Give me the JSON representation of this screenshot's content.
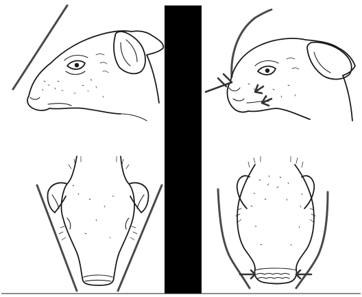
{
  "figure": {
    "panels": [
      {
        "id": "normal",
        "views": [
          "side-profile",
          "top-down"
        ]
      },
      {
        "id": "affected",
        "views": [
          "side-profile",
          "top-down"
        ]
      }
    ],
    "divider_color": "#000000",
    "background_color": "#ffffff",
    "ink_color": "#1a1a1a",
    "guide_color": "#4a4a4a"
  }
}
